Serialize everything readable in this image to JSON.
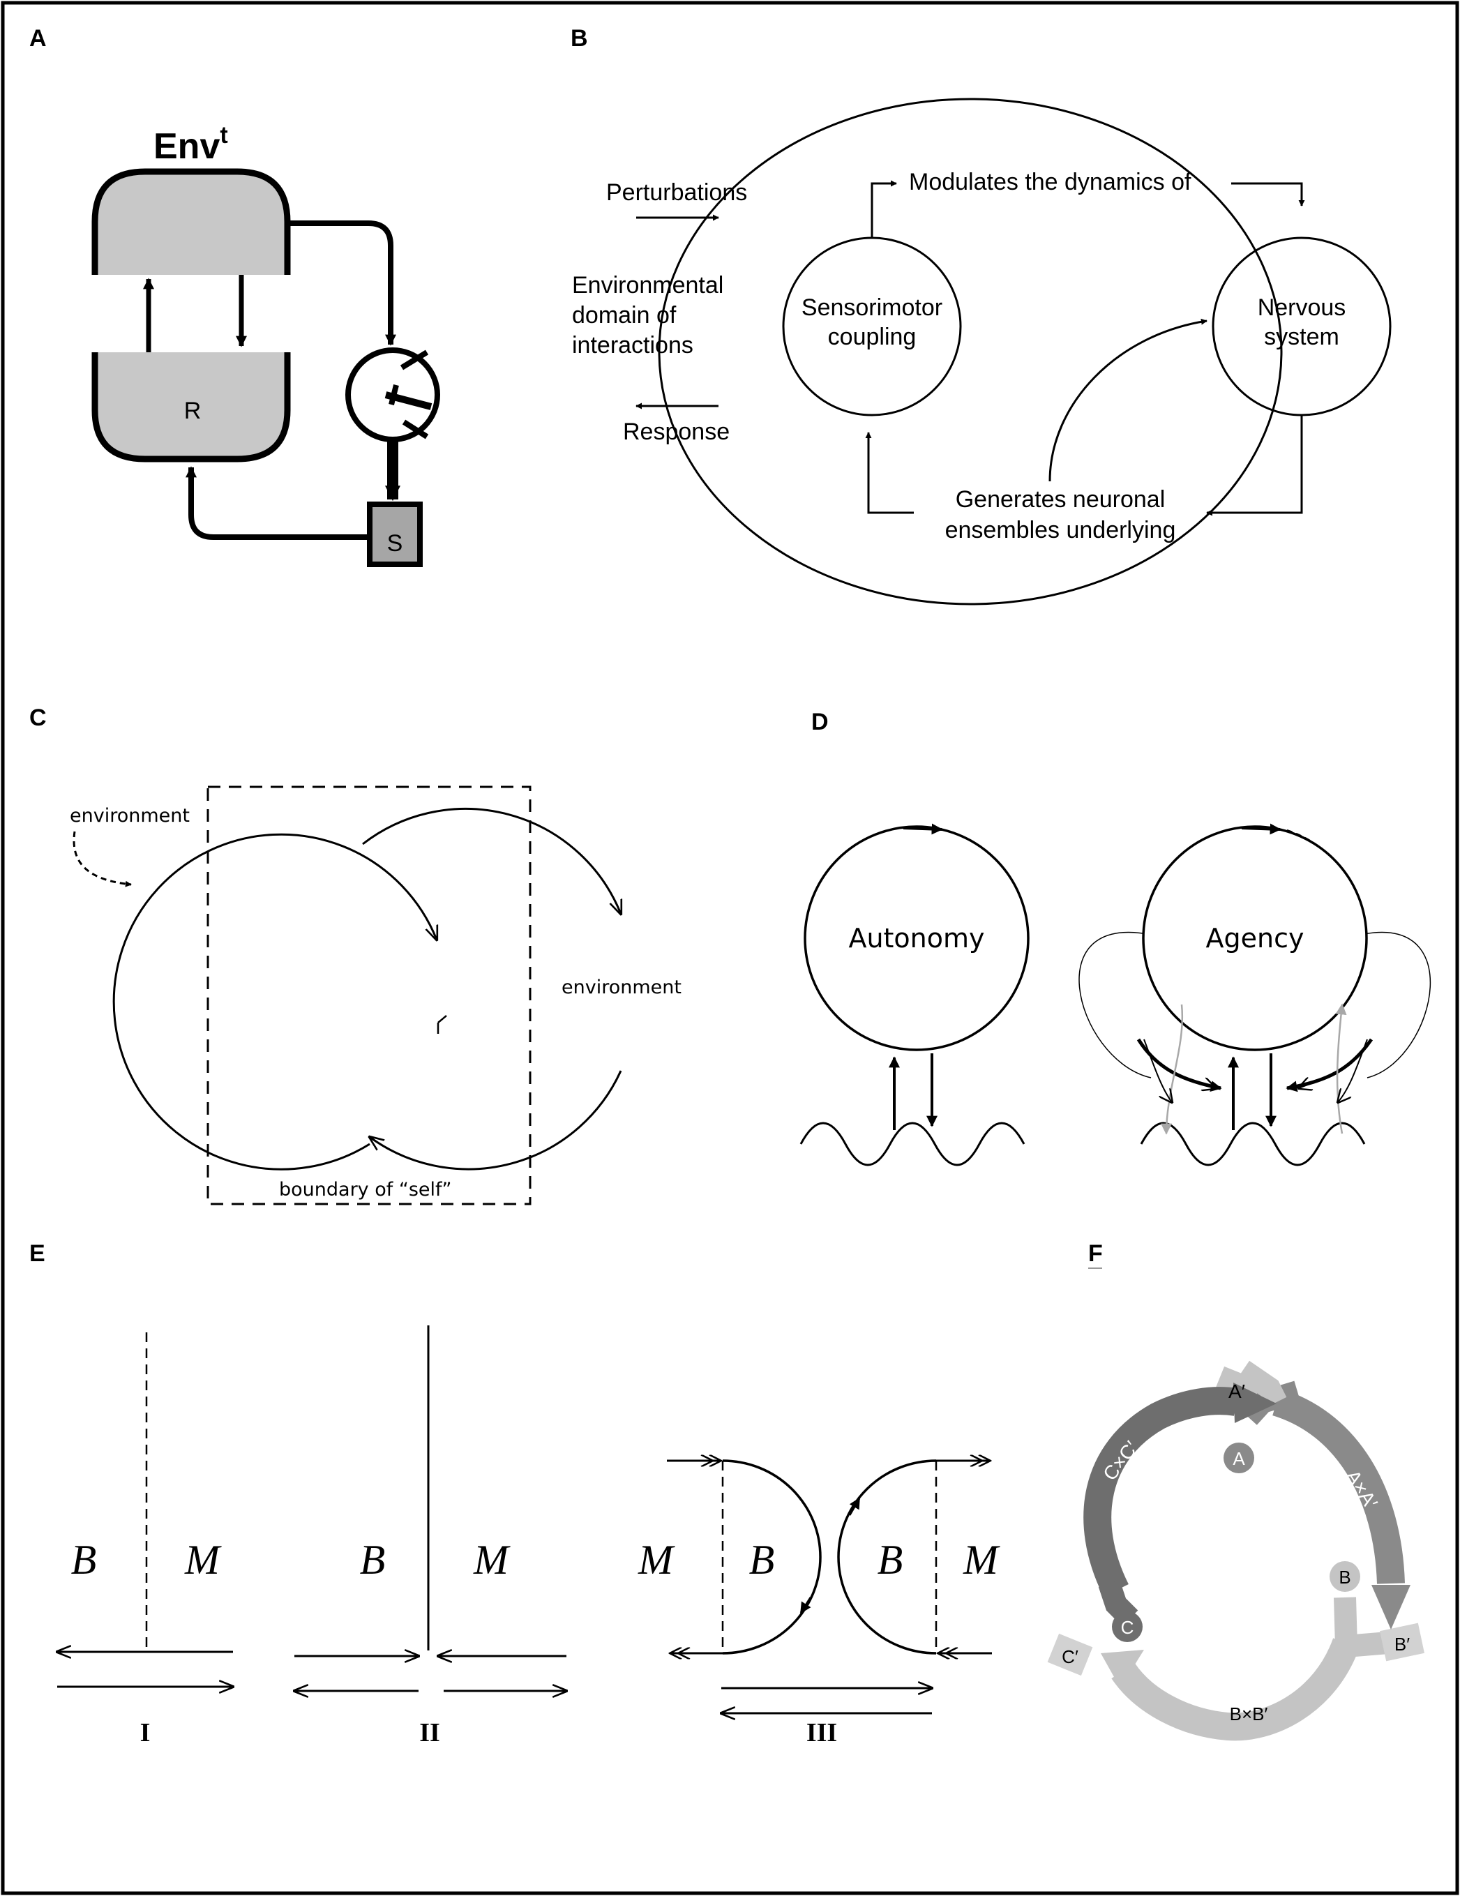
{
  "panels": {
    "a": {
      "label": "A",
      "env_title": "Env",
      "env_superscript": "t",
      "r_label": "R",
      "s_label": "S",
      "colors": {
        "box_fill": "#c8c8c8",
        "s_fill": "#a6a6a6"
      }
    },
    "b": {
      "label": "B",
      "perturbations": "Perturbations",
      "env_line1": "Environmental",
      "env_line2": "domain of",
      "env_line3": "interactions",
      "response": "Response",
      "modulates": "Modulates the dynamics of",
      "sensorimotor_line1": "Sensorimotor",
      "sensorimotor_line2": "coupling",
      "nervous_line1": "Nervous",
      "nervous_line2": "system",
      "generates_line1": "Generates neuronal",
      "generates_line2": "ensembles underlying"
    },
    "c": {
      "label": "C",
      "environment_left": "environment",
      "environment_right": "environment",
      "boundary": "boundary of “self”"
    },
    "d": {
      "label": "D",
      "autonomy": "Autonomy",
      "agency": "Agency",
      "colors": {
        "grey_arrow": "#a8a8a8"
      }
    },
    "e": {
      "label": "E",
      "part1": {
        "b": "B",
        "m": "M",
        "roman": "I"
      },
      "part2": {
        "b": "B",
        "m": "M",
        "roman": "II"
      },
      "part3": {
        "m_left": "M",
        "b_left": "B",
        "b_right": "B",
        "m_right": "M",
        "roman": "III"
      }
    },
    "f": {
      "label": "F",
      "a_prime": "A′",
      "a": "A",
      "axa": "A×A′",
      "cxc": "C×C′",
      "c": "C",
      "c_prime": "C′",
      "b": "B",
      "b_prime": "B′",
      "bxb": "B×B′",
      "colors": {
        "dark": "#6e6e6e",
        "mid": "#8a8a8a",
        "light": "#c4c4c4",
        "lighter": "#d2d2d2"
      }
    }
  }
}
